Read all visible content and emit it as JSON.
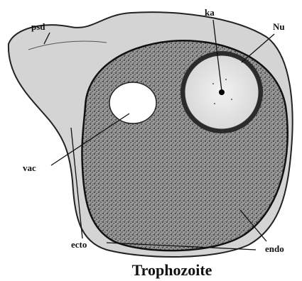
{
  "labels": {
    "pseudopod": "psd",
    "karyosome": "ka",
    "nucleus": "Nu",
    "vacuole": "vac",
    "ectoplasm": "ecto",
    "endoplasm": "endo"
  },
  "caption": "Trophozoite",
  "colors": {
    "ectoplasm_fill": "#d4d4d4",
    "endoplasm_fill": "#8c8c8c",
    "nucleus_fill": "#e6e6e6",
    "vacuole_fill": "#ffffff",
    "ink": "#111111"
  }
}
